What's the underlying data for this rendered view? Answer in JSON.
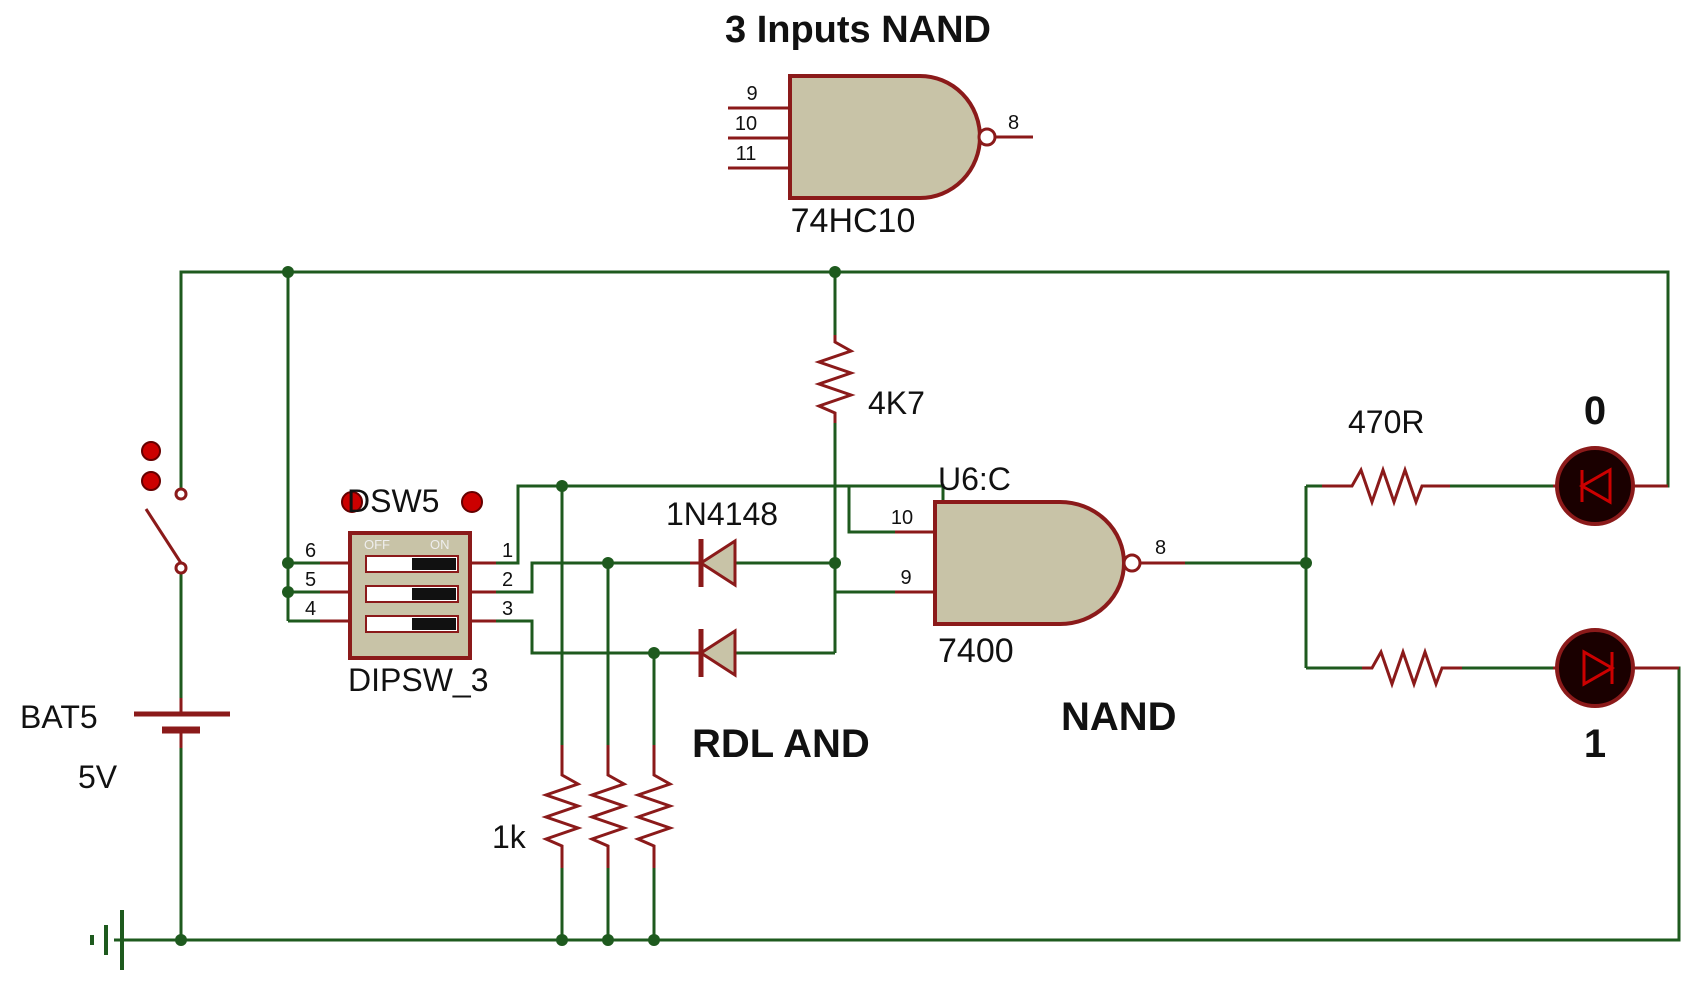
{
  "title": "3 Inputs NAND",
  "gate3": {
    "pins": [
      "9",
      "10",
      "11"
    ],
    "out_pin": "8",
    "part": "74HC10"
  },
  "gate2": {
    "ref": "U6:C",
    "pins": [
      "10",
      "9"
    ],
    "out_pin": "8",
    "part": "7400"
  },
  "dipsw": {
    "ref": "DSW5",
    "part": "DIPSW_3",
    "off": "OFF",
    "on": "ON",
    "left_pins": [
      "6",
      "5",
      "4"
    ],
    "right_pins": [
      "1",
      "2",
      "3"
    ]
  },
  "battery": {
    "ref": "BAT5",
    "value": "5V"
  },
  "r_pullup": "4K7",
  "diode": "1N4148",
  "r_pulldown": "1k",
  "r_led": "470R",
  "led_top": "0",
  "led_bottom": "1",
  "text_rdl": "RDL AND",
  "text_nand": "NAND",
  "colors": {
    "wire": "#1e5a1e",
    "part": "#8b1a1a",
    "body": "#c8c3a7",
    "led": "#1a0000"
  }
}
